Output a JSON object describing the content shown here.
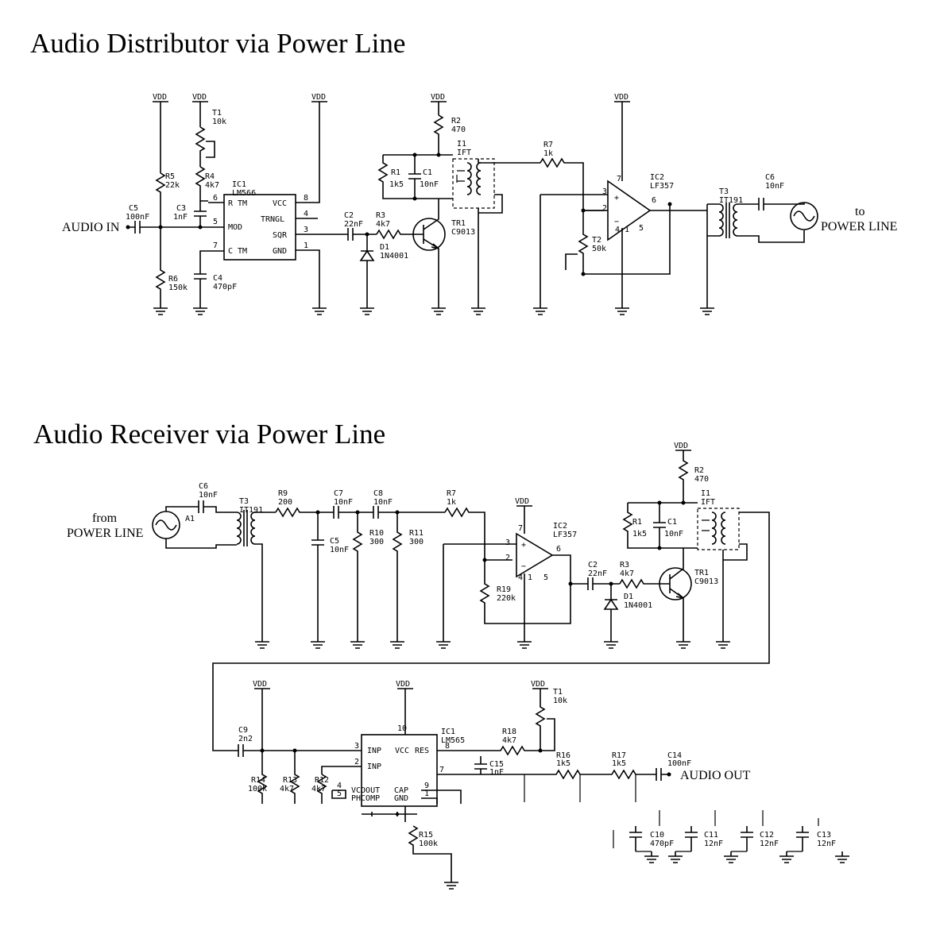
{
  "titles": {
    "distributor": "Audio Distributor via Power Line",
    "receiver": "Audio Receiver via Power Line"
  },
  "common": {
    "vdd": "VDD"
  },
  "distributor": {
    "audio_in": "AUDIO IN",
    "to": "to",
    "power_line": "POWER LINE",
    "t1": "T1",
    "t1_val": "10k",
    "r5": "R5",
    "r5_val": "22k",
    "r4": "R4",
    "r4_val": "4k7",
    "r6": "R6",
    "r6_val": "150k",
    "c5": "C5",
    "c5_val": "100nF",
    "c3": "C3",
    "c3_val": "1nF",
    "c4": "C4",
    "c4_val": "470pF",
    "ic1": "IC1",
    "ic1_val": "LM566",
    "pin_rtm": "R TM",
    "pin_mod": "MOD",
    "pin_ctm": "C TM",
    "pin_vcc": "VCC",
    "pin_trngl": "TRNGL",
    "pin_sqr": "SQR",
    "pin_gnd": "GND",
    "n6": "6",
    "n5": "5",
    "n7": "7",
    "n8": "8",
    "n4": "4",
    "n3": "3",
    "n1": "1",
    "c2": "C2",
    "c2_val": "22nF",
    "r3": "R3",
    "r3_val": "4k7",
    "d1": "D1",
    "d1_val": "1N4001",
    "r2": "R2",
    "r2_val": "470",
    "r1": "R1",
    "r1_val": "1k5",
    "c1": "C1",
    "c1_val": "10nF",
    "i1": "I1",
    "i1_val": "IFT",
    "tr1": "TR1",
    "tr1_val": "C9013",
    "r7": "R7",
    "r7_val": "1k",
    "ic2": "IC2",
    "ic2_val": "LF357",
    "t2": "T2",
    "t2_val": "50k",
    "t3": "T3",
    "t3_val": "IT191",
    "c6": "C6",
    "c6_val": "10nF",
    "op_n3": "3",
    "op_n2": "2",
    "op_n6": "6",
    "op_n7": "7",
    "op_n4": "4",
    "op_n1": "1",
    "op_n5": "5"
  },
  "receiver": {
    "from": "from",
    "power_line": "POWER LINE",
    "a1": "A1",
    "c6": "C6",
    "c6_val": "10nF",
    "t3": "T3",
    "t3_val": "IT191",
    "r9": "R9",
    "r9_val": "200",
    "c7": "C7",
    "c7_val": "10nF",
    "c8": "C8",
    "c8_val": "10nF",
    "c5": "C5",
    "c5_val": "10nF",
    "r10": "R10",
    "r10_val": "300",
    "r11": "R11",
    "r11_val": "300",
    "r7": "R7",
    "r7_val": "1k",
    "ic2": "IC2",
    "ic2_val": "LF357",
    "r19": "R19",
    "r19_val": "220k",
    "c2": "C2",
    "c2_val": "22nF",
    "r3": "R3",
    "r3_val": "4k7",
    "d1": "D1",
    "d1_val": "1N4001",
    "tr1": "TR1",
    "tr1_val": "C9013",
    "r2": "R2",
    "r2_val": "470",
    "r1": "R1",
    "r1_val": "1k5",
    "c1": "C1",
    "c1_val": "10nF",
    "i1": "I1",
    "i1_val": "IFT",
    "op_n3": "3",
    "op_n2": "2",
    "op_n6": "6",
    "op_n7": "7",
    "op_n4": "4",
    "op_n1": "1",
    "op_n5": "5"
  },
  "pll": {
    "c9": "C9",
    "c9_val": "2n2",
    "ic1": "IC1",
    "ic1_val": "LM565",
    "pin_inp": "INP",
    "pin_vcc": "VCC",
    "pin_res": "RES",
    "pin_inp2": "INP",
    "pin_vcoout": "VCOOUT",
    "pin_cap": "CAP",
    "pin_phcomp": "PHCOMP",
    "pin_gnd": "GND",
    "n3": "3",
    "n10": "10",
    "n8": "8",
    "n2": "2",
    "n7": "7",
    "n4": "4",
    "n5": "5",
    "n9": "9",
    "n1": "1",
    "t1": "T1",
    "t1_val": "10k",
    "r18": "R18",
    "r18_val": "4k7",
    "r16": "R16",
    "r16_val": "1k5",
    "r17": "R17",
    "r17_val": "1k5",
    "c14": "C14",
    "c14_val": "100nF",
    "c15": "C15",
    "c15_val": "1nF",
    "r14": "R14",
    "r14_val": "100k",
    "r13": "R13",
    "r13_val": "4k7",
    "r12": "R12",
    "r12_val": "4k7",
    "r15": "R15",
    "r15_val": "100k",
    "c10": "C10",
    "c10_val": "470pF",
    "c11": "C11",
    "c11_val": "12nF",
    "c12": "C12",
    "c12_val": "12nF",
    "c13": "C13",
    "c13_val": "12nF",
    "audio_out": "AUDIO OUT"
  }
}
